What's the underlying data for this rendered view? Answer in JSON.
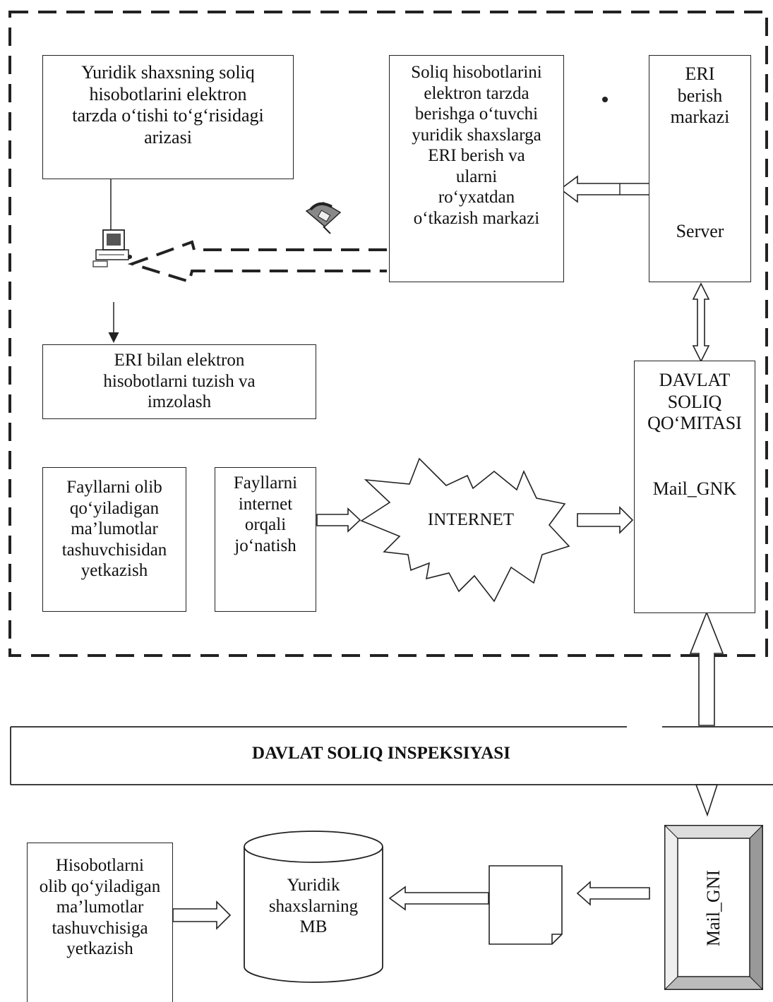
{
  "boxes": {
    "application": "Yuridik shaxsning soliq\nhisobotlarini elektron\ntarzda o‘tishi to‘g‘risidagi\narizasi",
    "eri_registration_center": "Soliq hisobotlarini\nelektron tarzda\nberishga o‘tuvchi\nyuridik shaxslarga\nERI berish va\nularni\nro‘yxatdan\no‘tkazish markazi",
    "eri_center": "ERI\nberish\nmarkazi",
    "server": "Server",
    "sign_reports": "ERI bilan elektron\nhisobotlarni tuzish va\nimzolash",
    "state_tax_committee": "DAVLAT\nSOLIQ\nQO‘MITASI",
    "mail_gnk": "Mail_GNK",
    "deliver_files_media": "Fayllarni olib\nqo‘yiladigan\nma’lumotlar\ntashuvchisidan\nyetkazish",
    "send_files_internet": "Fayllarni\ninternet\norqali\njo‘natish",
    "internet": "INTERNET",
    "tax_inspectorate": "DAVLAT SOLIQ INSPEKSIYASI",
    "deliver_reports_media": "Hisobotlarni\nolib qo‘yiladigan\nma’lumotlar\ntashuvchisiga\nyetkazish",
    "legal_entities_db": "Yuridik\nshaxslarning\nMB",
    "mail_gni": "Mail_GNI"
  },
  "icons": [
    "computer-icon",
    "telephone-icon",
    "document-icon",
    "database-cylinder-icon",
    "starburst-icon"
  ]
}
